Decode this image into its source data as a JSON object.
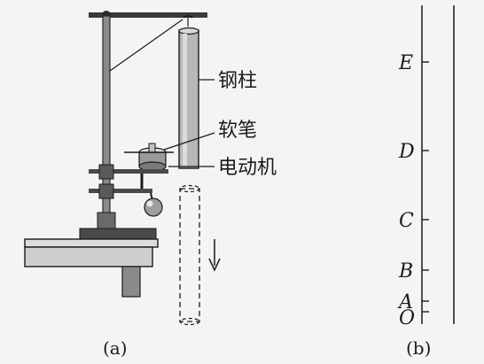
{
  "labels": {
    "steel_column": "钢柱",
    "soft_pen": "软笔",
    "motor": "电动机"
  },
  "captions": {
    "a": "(a)",
    "b": "(b)"
  },
  "tape_points": [
    {
      "label": "O",
      "pos": 0
    },
    {
      "label": "A",
      "pos": 1
    },
    {
      "label": "B",
      "pos": 2
    },
    {
      "label": "C",
      "pos": 3
    },
    {
      "label": "D",
      "pos": 4
    },
    {
      "label": "E",
      "pos": 5
    }
  ]
}
